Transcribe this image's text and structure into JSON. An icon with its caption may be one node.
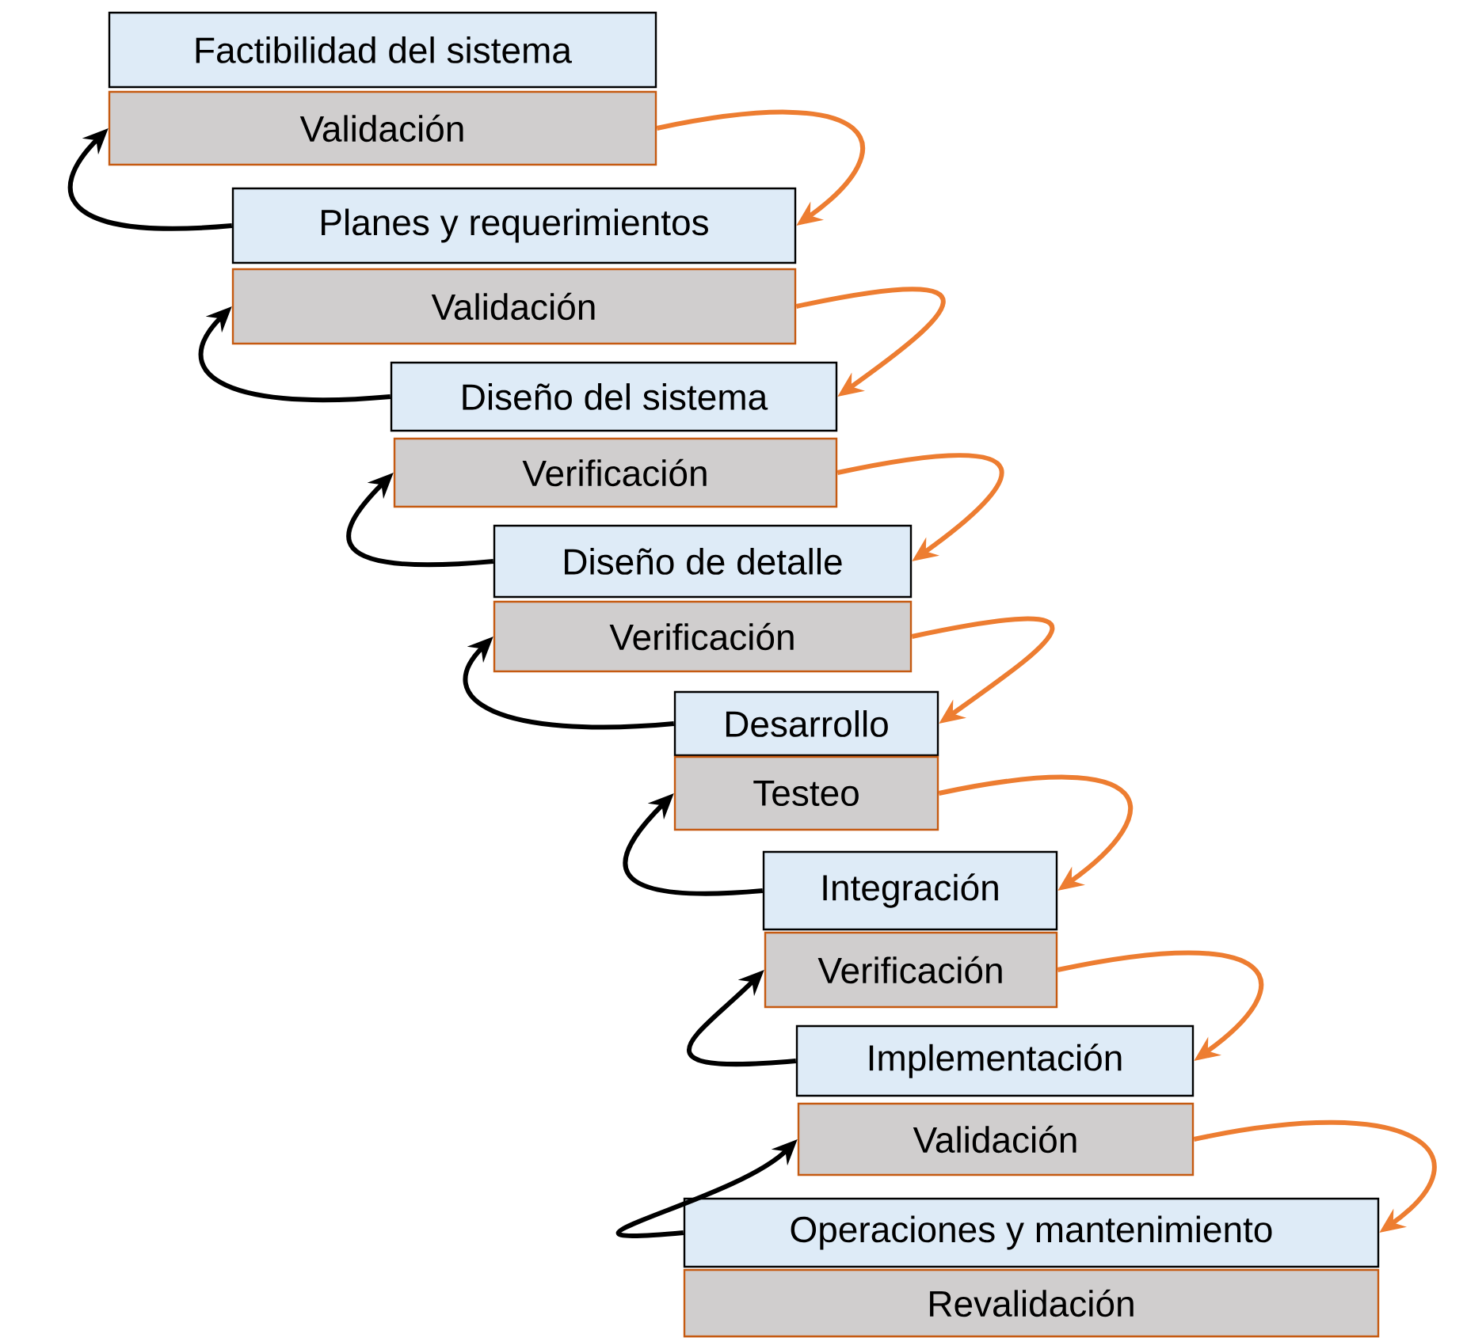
{
  "diagram": {
    "nodes": [
      {
        "text": [
          "Factibilidad del sistema"
        ]
      },
      {
        "text": [
          "Validación"
        ]
      },
      {
        "text": [
          "Planes y requerimientos"
        ]
      },
      {
        "text": [
          "Validación"
        ]
      },
      {
        "text": [
          "Diseño del sistema"
        ]
      },
      {
        "text": [
          "Verificación"
        ]
      },
      {
        "text": [
          "Diseño de detalle"
        ]
      },
      {
        "text": [
          "Verificación"
        ]
      },
      {
        "text": [
          "Desarrollo"
        ]
      },
      {
        "text": [
          "Testeo"
        ]
      },
      {
        "text": [
          "Integración"
        ]
      },
      {
        "text": [
          "Verificación"
        ]
      },
      {
        "text": [
          "Implementación"
        ]
      },
      {
        "text": [
          "Validación"
        ]
      },
      {
        "text": [
          "Operaciones y mantenimiento"
        ]
      },
      {
        "text": [
          "Revalidación"
        ]
      }
    ],
    "edges": [
      {
        "from": 1,
        "to": 2,
        "arrow": "to",
        "color": "#ed7d31"
      },
      {
        "from": 3,
        "to": 4,
        "arrow": "to",
        "color": "#ed7d31"
      },
      {
        "from": 5,
        "to": 6,
        "arrow": "to",
        "color": "#ed7d31"
      },
      {
        "from": 7,
        "to": 8,
        "arrow": "to",
        "color": "#ed7d31"
      },
      {
        "from": 9,
        "to": 10,
        "arrow": "to",
        "color": "#ed7d31"
      },
      {
        "from": 11,
        "to": 12,
        "arrow": "to",
        "color": "#ed7d31"
      },
      {
        "from": 13,
        "to": 14,
        "arrow": "to",
        "color": "#ed7d31"
      },
      {
        "from": 2,
        "to": 1,
        "arrow": "to",
        "color": "#000000"
      },
      {
        "from": 4,
        "to": 3,
        "arrow": "to",
        "color": "#000000"
      },
      {
        "from": 6,
        "to": 5,
        "arrow": "to",
        "color": "#000000"
      },
      {
        "from": 8,
        "to": 7,
        "arrow": "to",
        "color": "#000000"
      },
      {
        "from": 10,
        "to": 9,
        "arrow": "to",
        "color": "#000000"
      },
      {
        "from": 12,
        "to": 11,
        "arrow": "to",
        "color": "#000000"
      },
      {
        "from": 14,
        "to": 13,
        "arrow": "to",
        "color": "#000000"
      }
    ]
  }
}
